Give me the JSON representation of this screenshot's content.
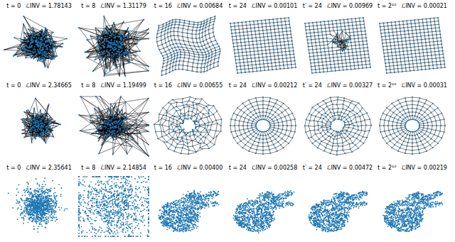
{
  "diagram": {
    "labels": [
      "t = 0",
      "ℒINV = 1.78143",
      "t = 8",
      "ℒINV = 1.31179",
      "t = 16",
      "ℒINV = 0.00684",
      "t = 24",
      "ℒINV = 0.00101",
      "t′ = 24",
      "ℒINV = 0.00969",
      "t = 2¹⁰",
      "ℒINV = 0.00021",
      "t = 0",
      "ℒINV = 2.34665",
      "t = 8",
      "ℒINV = 1.19499",
      "t = 16",
      "ℒINV = 0.00655",
      "t = 24",
      "ℒINV = 0.00212",
      "t′ = 24",
      "ℒINV = 0.00327",
      "t = 2¹⁰",
      "ℒINV = 0.00031",
      "t = 0",
      "ℒINV = 2.35641",
      "t = 8",
      "ℒINV = 2.14854",
      "t = 16",
      "ℒINV = 0.00400",
      "t = 24",
      "ℒINV = 0.00258",
      "t′ = 24",
      "ℒINV = 0.00472",
      "t = 2¹⁰",
      "ℒINV = 0.00219"
    ]
  }
}
